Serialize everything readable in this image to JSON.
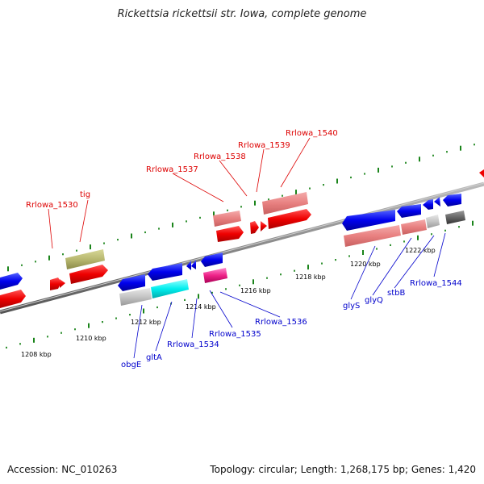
{
  "title": "Rickettsia rickettsii str. Iowa, complete genome",
  "footer": {
    "accession": "Accession: NC_010263",
    "topology": "Topology: circular; Length: 1,268,175 bp; Genes: 1,420"
  },
  "colors": {
    "upper_label": "#dd0000",
    "lower_label": "#0000cc",
    "backbone": "#888888",
    "tick": "#007700"
  },
  "kbp_labels": [
    "1208 kbp",
    "1210 kbp",
    "1212 kbp",
    "1214 kbp",
    "1216 kbp",
    "1218 kbp",
    "1220 kbp",
    "1222 kbp"
  ],
  "upper_genes": [
    "Rrlowa_1530",
    "tig",
    "Rrlowa_1537",
    "Rrlowa_1538",
    "Rrlowa_1539",
    "Rrlowa_1540"
  ],
  "lower_genes": [
    "obgE",
    "gltA",
    "Rrlowa_1534",
    "Rrlowa_1535",
    "Rrlowa_1536",
    "glyS",
    "glyQ",
    "stbB",
    "Rrlowa_1544"
  ]
}
